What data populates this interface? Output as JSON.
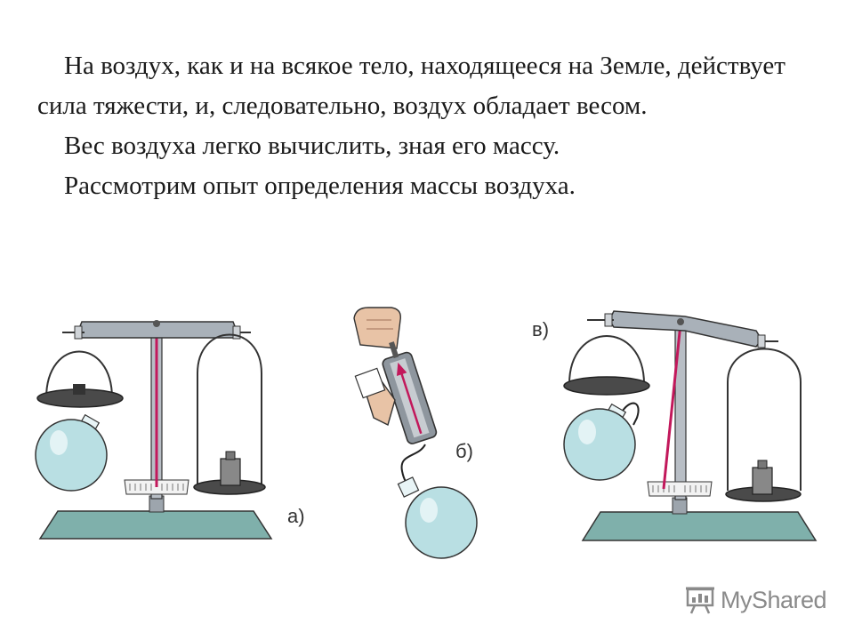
{
  "paragraphs": [
    "На воздух, как и на всякое тело, находящееся на Земле, действует сила тяжести, и, следовательно, воздух обладает весом.",
    "Вес воздуха легко вычислить, зная его массу.",
    "Рассмотрим опыт определения массы воздуха."
  ],
  "figure_labels": {
    "a": "а)",
    "b": "б)",
    "v": "в)"
  },
  "watermark": {
    "text": "MyShared",
    "icon": "presentation-board-icon"
  },
  "colors": {
    "glass": "#b9dfe3",
    "base": "#7fb0ab",
    "pointer": "#c2185b",
    "metal": "#9da5ad"
  }
}
